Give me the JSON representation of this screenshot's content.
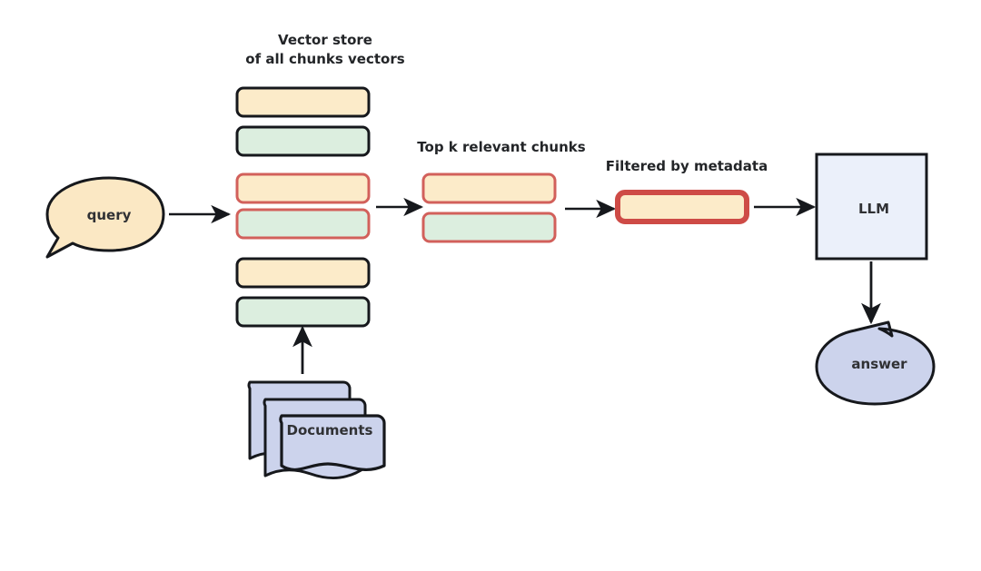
{
  "diagram": {
    "title": "RAG retrieval pipeline",
    "background": "#ffffff",
    "labels": {
      "vector_store_line1": "Vector store",
      "vector_store_line2": "of all chunks vectors",
      "top_k": "Top k relevant chunks",
      "filtered": "Filtered by metadata",
      "query": "query",
      "llm": "LLM",
      "answer": "answer",
      "documents": "Documents"
    },
    "colors": {
      "chunk_orange_fill": "#FCEBC9",
      "chunk_green_fill": "#DCEEDF",
      "chunk_border_black": "#16181C",
      "chunk_border_red": "#D2605B",
      "highlight_red": "#CE4B46",
      "query_fill": "#FBE8C4",
      "document_fill": "#CCD3EC",
      "answer_fill": "#CCD3EC",
      "llm_fill": "#EBF0FA",
      "stroke_black": "#16181C",
      "text": "#232528"
    },
    "vector_store_chunks": [
      {
        "fill": "chunk_orange_fill",
        "border": "black",
        "selected": false
      },
      {
        "fill": "chunk_green_fill",
        "border": "black",
        "selected": false
      },
      {
        "fill": "chunk_orange_fill",
        "border": "red",
        "selected": true
      },
      {
        "fill": "chunk_green_fill",
        "border": "red",
        "selected": true
      },
      {
        "fill": "chunk_orange_fill",
        "border": "black",
        "selected": false
      },
      {
        "fill": "chunk_green_fill",
        "border": "black",
        "selected": false
      }
    ],
    "top_k_chunks": [
      {
        "fill": "chunk_orange_fill",
        "border": "red"
      },
      {
        "fill": "chunk_green_fill",
        "border": "red"
      }
    ],
    "filtered_chunks": [
      {
        "fill": "chunk_orange_fill",
        "border": "red-thick"
      }
    ],
    "document_stack_count": 3,
    "flow": [
      {
        "from": "query",
        "to": "vector-store",
        "direction": "right"
      },
      {
        "from": "vector-store",
        "to": "top-k-chunks",
        "direction": "right"
      },
      {
        "from": "top-k-chunks",
        "to": "filtered-chunk",
        "direction": "right"
      },
      {
        "from": "filtered-chunk",
        "to": "llm",
        "direction": "right"
      },
      {
        "from": "documents",
        "to": "vector-store",
        "direction": "up"
      },
      {
        "from": "llm",
        "to": "answer",
        "direction": "down"
      }
    ]
  }
}
